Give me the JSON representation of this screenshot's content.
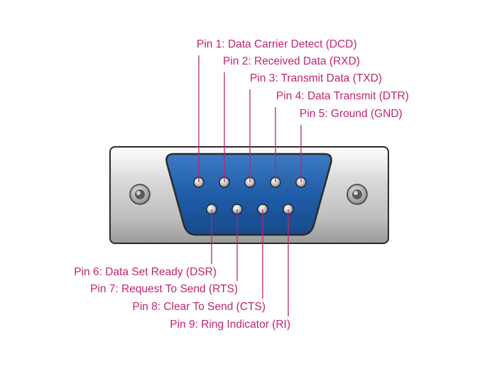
{
  "pins": [
    {
      "number": 1,
      "label": "Pin 1: Data Carrier Detect (DCD)"
    },
    {
      "number": 2,
      "label": "Pin 2: Received Data (RXD)"
    },
    {
      "number": 3,
      "label": "Pin 3: Transmit Data (TXD)"
    },
    {
      "number": 4,
      "label": "Pin 4: Data Transmit (DTR)"
    },
    {
      "number": 5,
      "label": "Pin 5: Ground (GND)"
    },
    {
      "number": 6,
      "label": "Pin 6: Data Set Ready (DSR)"
    },
    {
      "number": 7,
      "label": "Pin 7: Request To Send (RTS)"
    },
    {
      "number": 8,
      "label": "Pin 8: Clear To Send (CTS)"
    },
    {
      "number": 9,
      "label": "Pin 9: Ring Indicator (RI)"
    }
  ],
  "colors": {
    "label": "#c0246e",
    "insert": "#1f5da8",
    "shell": "#c8c8c8"
  }
}
